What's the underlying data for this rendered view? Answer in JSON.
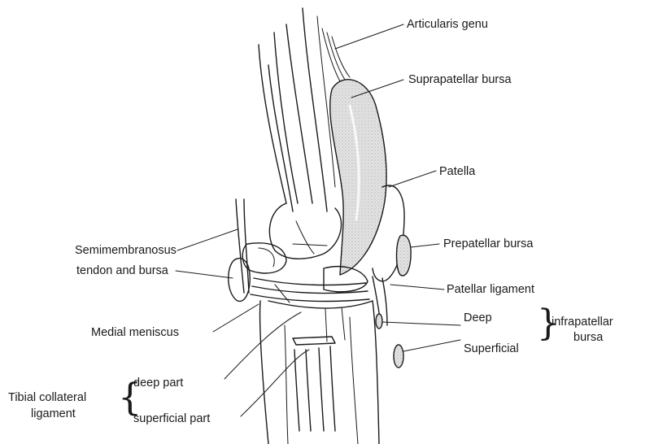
{
  "labels": {
    "articularis_genu": "Articularis genu",
    "suprapatellar_bursa": "Suprapatellar bursa",
    "patella": "Patella",
    "semimembranosus_line1": "Semimembranosus",
    "semimembranosus_line2": "tendon and bursa",
    "prepatellar_bursa": "Prepatellar bursa",
    "patellar_ligament": "Patellar ligament",
    "deep": "Deep",
    "superficial": "Superficial",
    "infrapatellar_line1": "infrapatellar",
    "infrapatellar_line2": "bursa",
    "medial_meniscus": "Medial meniscus",
    "tibial_collateral_line1": "Tibial collateral",
    "tibial_collateral_line2": "ligament",
    "deep_part": "deep part",
    "superficial_part": "superficial part"
  },
  "colors": {
    "ink": "#1a1a1a",
    "bursa_fill": "#d9d9d9",
    "background": "#ffffff"
  }
}
